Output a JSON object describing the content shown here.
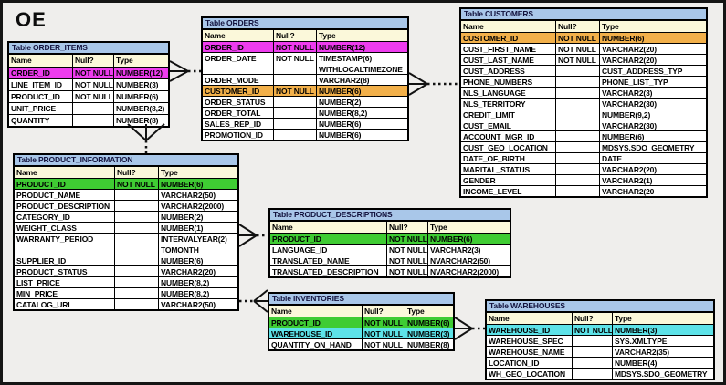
{
  "page": {
    "label": "OE"
  },
  "column_headers": [
    "Name",
    "Null?",
    "Type"
  ],
  "colors": {
    "title_bar": "#a9c7e9",
    "header_row": "#fbf8da",
    "highlight_magenta": "#ee3cee",
    "highlight_orange": "#f2b04a",
    "highlight_green": "#3fcc33",
    "highlight_cyan": "#5de2e8",
    "background": "#efeeec"
  },
  "tables": [
    {
      "id": "ORDER_ITEMS",
      "title": "Table ORDER_ITEMS",
      "rows": [
        {
          "name": "ORDER_ID",
          "nullable": "NOT NULL",
          "type": "NUMBER(12)",
          "hl": "magenta"
        },
        {
          "name": "LINE_ITEM_ID",
          "nullable": "NOT NULL",
          "type": "NUMBER(3)",
          "hl": ""
        },
        {
          "name": "PRODUCT_ID",
          "nullable": "NOT NULL",
          "type": "NUMBER(6)",
          "hl": ""
        },
        {
          "name": "UNIT_PRICE",
          "nullable": "",
          "type": "NUMBER(8,2)",
          "hl": ""
        },
        {
          "name": "QUANTITY",
          "nullable": "",
          "type": "NUMBER(8)",
          "hl": ""
        }
      ]
    },
    {
      "id": "ORDERS",
      "title": "Table ORDERS",
      "rows": [
        {
          "name": "ORDER_ID",
          "nullable": "NOT NULL",
          "type": "NUMBER(12)",
          "hl": "magenta"
        },
        {
          "name": "ORDER_DATE",
          "nullable": "NOT NULL",
          "type": "TIMESTAMP(6)",
          "type2": "WITHLOCALTIMEZONE",
          "hl": ""
        },
        {
          "name": "ORDER_MODE",
          "nullable": "",
          "type": "VARCHAR2(8)",
          "hl": ""
        },
        {
          "name": "CUSTOMER_ID",
          "nullable": "NOT NULL",
          "type": "NUMBER(6)",
          "hl": "orange"
        },
        {
          "name": "ORDER_STATUS",
          "nullable": "",
          "type": "NUMBER(2)",
          "hl": ""
        },
        {
          "name": "ORDER_TOTAL",
          "nullable": "",
          "type": "NUMBER(8,2)",
          "hl": ""
        },
        {
          "name": "SALES_REP_ID",
          "nullable": "",
          "type": "NUMBER(6)",
          "hl": ""
        },
        {
          "name": "PROMOTION_ID",
          "nullable": "",
          "type": "NUMBER(6)",
          "hl": ""
        }
      ]
    },
    {
      "id": "CUSTOMERS",
      "title": "Table CUSTOMERS",
      "rows": [
        {
          "name": "CUSTOMER_ID",
          "nullable": "NOT NULL",
          "type": "NUMBER(6)",
          "hl": "orange"
        },
        {
          "name": "CUST_FIRST_NAME",
          "nullable": "NOT NULL",
          "type": "VARCHAR2(20)",
          "hl": ""
        },
        {
          "name": "CUST_LAST_NAME",
          "nullable": "NOT NULL",
          "type": "VARCHAR2(20)",
          "hl": ""
        },
        {
          "name": "CUST_ADDRESS",
          "nullable": "",
          "type": "CUST_ADDRESS_TYP",
          "hl": ""
        },
        {
          "name": "PHONE_NUMBERS",
          "nullable": "",
          "type": "PHONE_LIST_TYP",
          "hl": ""
        },
        {
          "name": "NLS_LANGUAGE",
          "nullable": "",
          "type": "VARCHAR2(3)",
          "hl": ""
        },
        {
          "name": "NLS_TERRITORY",
          "nullable": "",
          "type": "VARCHAR2(30)",
          "hl": ""
        },
        {
          "name": "CREDIT_LIMIT",
          "nullable": "",
          "type": "NUMBER(9,2)",
          "hl": ""
        },
        {
          "name": "CUST_EMAIL",
          "nullable": "",
          "type": "VARCHAR2(30)",
          "hl": ""
        },
        {
          "name": "ACCOUNT_MGR_ID",
          "nullable": "",
          "type": "NUMBER(6)",
          "hl": ""
        },
        {
          "name": "CUST_GEO_LOCATION",
          "nullable": "",
          "type": "MDSYS.SDO_GEOMETRY",
          "hl": ""
        },
        {
          "name": "DATE_OF_BIRTH",
          "nullable": "",
          "type": "DATE",
          "hl": ""
        },
        {
          "name": "MARITAL_STATUS",
          "nullable": "",
          "type": "VARCHAR2(20)",
          "hl": ""
        },
        {
          "name": "GENDER",
          "nullable": "",
          "type": "VARCHAR2(1)",
          "hl": ""
        },
        {
          "name": "INCOME_LEVEL",
          "nullable": "",
          "type": "VARCHAR2(20",
          "hl": ""
        }
      ]
    },
    {
      "id": "PRODUCT_INFORMATION",
      "title": "Table PRODUCT_INFORMATION",
      "rows": [
        {
          "name": "PRODUCT_ID",
          "nullable": "NOT NULL",
          "type": "NUMBER(6)",
          "hl": "green"
        },
        {
          "name": "PRODUCT_NAME",
          "nullable": "",
          "type": "VARCHAR2(50)",
          "hl": ""
        },
        {
          "name": "PRODUCT_DESCRIPTION",
          "nullable": "",
          "type": "VARCHAR2(2000)",
          "hl": ""
        },
        {
          "name": "CATEGORY_ID",
          "nullable": "",
          "type": "NUMBER(2)",
          "hl": ""
        },
        {
          "name": "WEIGHT_CLASS",
          "nullable": "",
          "type": "NUMBER(1)",
          "hl": ""
        },
        {
          "name": "WARRANTY_PERIOD",
          "nullable": "",
          "type": "INTERVALYEAR(2)",
          "type2": "TOMONTH",
          "hl": ""
        },
        {
          "name": "SUPPLIER_ID",
          "nullable": "",
          "type": "NUMBER(6)",
          "hl": ""
        },
        {
          "name": "PRODUCT_STATUS",
          "nullable": "",
          "type": "VARCHAR2(20)",
          "hl": ""
        },
        {
          "name": "LIST_PRICE",
          "nullable": "",
          "type": "NUMBER(8,2)",
          "hl": ""
        },
        {
          "name": "MIN_PRICE",
          "nullable": "",
          "type": "NUMBER(8,2)",
          "hl": ""
        },
        {
          "name": "CATALOG_URL",
          "nullable": "",
          "type": "VARCHAR2(50)",
          "hl": ""
        }
      ]
    },
    {
      "id": "PRODUCT_DESCRIPTIONS",
      "title": "Table PRODUCT_DESCRIPTIONS",
      "rows": [
        {
          "name": "PRODUCT_ID",
          "nullable": "NOT NULL",
          "type": "NUMBER(6)",
          "hl": "green"
        },
        {
          "name": "LANGUAGE_ID",
          "nullable": "NOT NULL",
          "type": "VARCHAR2(3)",
          "hl": ""
        },
        {
          "name": "TRANSLATED_NAME",
          "nullable": "NOT NULL",
          "type": "NVARCHAR2(50)",
          "hl": ""
        },
        {
          "name": "TRANSLATED_DESCRIPTION",
          "nullable": "NOT NULL",
          "type": "NVARCHAR2(2000)",
          "hl": ""
        }
      ]
    },
    {
      "id": "INVENTORIES",
      "title": "Table INVENTORIES",
      "rows": [
        {
          "name": "PRODUCT_ID",
          "nullable": "NOT NULL",
          "type": "NUMBER(6)",
          "hl": "green"
        },
        {
          "name": "WAREHOUSE_ID",
          "nullable": "NOT NULL",
          "type": "NUMBER(3)",
          "hl": "cyan"
        },
        {
          "name": "QUANTITY_ON_HAND",
          "nullable": "NOT NULL",
          "type": "NUMBER(8)",
          "hl": ""
        }
      ]
    },
    {
      "id": "WAREHOUSES",
      "title": "Table WAREHOUSES",
      "rows": [
        {
          "name": "WAREHOUSE_ID",
          "nullable": "NOT NULL",
          "type": "NUMBER(3)",
          "hl": "cyan"
        },
        {
          "name": "WAREHOUSE_SPEC",
          "nullable": "",
          "type": "SYS.XMLTYPE",
          "hl": ""
        },
        {
          "name": "WAREHOUSE_NAME",
          "nullable": "",
          "type": "VARCHAR2(35)",
          "hl": ""
        },
        {
          "name": "LOCATION_ID",
          "nullable": "",
          "type": "NUMBER(4)",
          "hl": ""
        },
        {
          "name": "WH_GEO_LOCATION",
          "nullable": "",
          "type": "MDSYS.SDO_GEOMETRY",
          "hl": ""
        }
      ]
    }
  ],
  "relationships": [
    {
      "from": "ORDER_ITEMS",
      "to": "ORDERS",
      "line": "dashed",
      "crow_foot_at": "ORDER_ITEMS"
    },
    {
      "from": "ORDER_ITEMS",
      "to": "PRODUCT_INFORMATION",
      "line": "dashed",
      "crow_foot_at": "ORDER_ITEMS"
    },
    {
      "from": "ORDERS",
      "to": "CUSTOMERS",
      "line": "dashed",
      "crow_foot_at": "ORDERS"
    },
    {
      "from": "PRODUCT_INFORMATION",
      "to": "PRODUCT_DESCRIPTIONS",
      "line": "dashed",
      "crow_foot_at": "PRODUCT_INFORMATION"
    },
    {
      "from": "PRODUCT_INFORMATION",
      "to": "INVENTORIES",
      "line": "dashed",
      "crow_foot_at": "INVENTORIES"
    },
    {
      "from": "INVENTORIES",
      "to": "WAREHOUSES",
      "line": "dashed",
      "crow_foot_at": "INVENTORIES"
    }
  ]
}
